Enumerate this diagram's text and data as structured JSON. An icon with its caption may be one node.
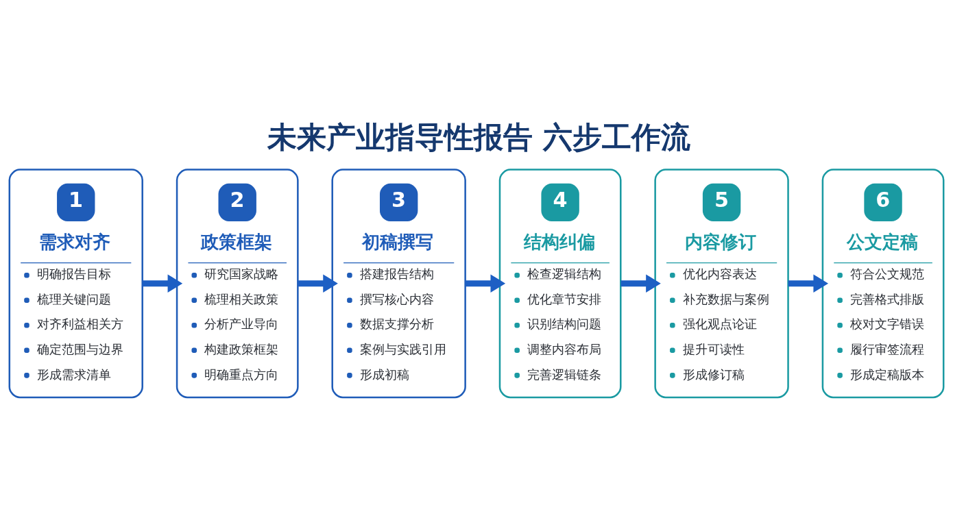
{
  "diagram": {
    "title": "未来产业指导性报告 六步工作流",
    "nodes": [
      {
        "text": [
          "1",
          "需求对齐",
          "明确报告目标",
          "梳理关键问题",
          "对齐利益相关方",
          "确定范围与边界",
          "形成需求清单"
        ]
      },
      {
        "text": [
          "2",
          "政策框架",
          "研究国家战略",
          "梳理相关政策",
          "分析产业导向",
          "构建政策框架",
          "明确重点方向"
        ]
      },
      {
        "text": [
          "3",
          "初稿撰写",
          "搭建报告结构",
          "撰写核心内容",
          "数据支撑分析",
          "案例与实践引用",
          "形成初稿"
        ]
      },
      {
        "text": [
          "4",
          "结构纠偏",
          "检查逻辑结构",
          "优化章节安排",
          "识别结构问题",
          "调整内容布局",
          "完善逻辑链条"
        ]
      },
      {
        "text": [
          "5",
          "内容修订",
          "优化内容表达",
          "补充数据与案例",
          "强化观点论证",
          "提升可读性",
          "形成修订稿"
        ]
      },
      {
        "text": [
          "6",
          "公文定稿",
          "符合公文规范",
          "完善格式排版",
          "校对文字错误",
          "履行审签流程",
          "形成定稿版本"
        ]
      }
    ],
    "edges": [
      {
        "from": 0,
        "to": 1,
        "arrow": "to"
      },
      {
        "from": 1,
        "to": 2,
        "arrow": "to"
      },
      {
        "from": 2,
        "to": 3,
        "arrow": "to"
      },
      {
        "from": 3,
        "to": 4,
        "arrow": "to"
      },
      {
        "from": 4,
        "to": 5,
        "arrow": "to"
      }
    ]
  }
}
